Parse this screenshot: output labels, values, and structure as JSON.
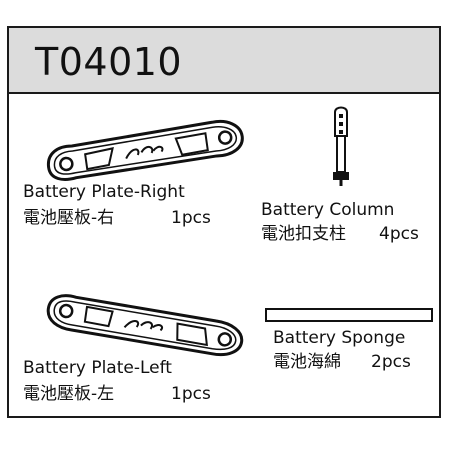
{
  "header": {
    "part_number": "T04010"
  },
  "parts": [
    {
      "name": "Battery Plate-Right",
      "chinese": "電池壓板-右",
      "qty": "1pcs",
      "icon": "battery-plate-icon"
    },
    {
      "name": "Battery Column",
      "chinese": "電池扣支柱",
      "qty": "4pcs",
      "icon": "battery-column-icon"
    },
    {
      "name": "Battery Plate-Left",
      "chinese": "電池壓板-左",
      "qty": "1pcs",
      "icon": "battery-plate-icon"
    },
    {
      "name": "Battery Sponge",
      "chinese": "電池海綿",
      "qty": "2pcs",
      "icon": "battery-sponge-icon"
    }
  ]
}
